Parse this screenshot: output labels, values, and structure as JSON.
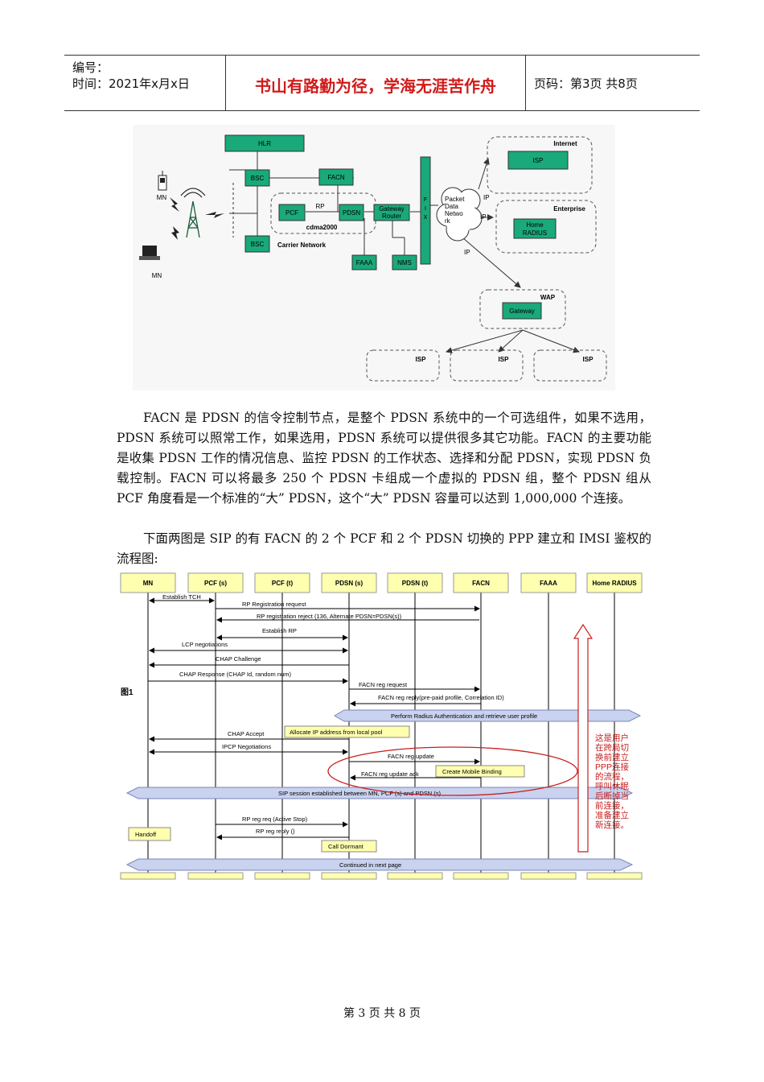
{
  "header": {
    "number_label": "编号：",
    "time_label": "时间：2021年x月x日",
    "motto": "书山有路勤为径，学海无涯苦作舟",
    "page_label": "页码：第3页 共8页"
  },
  "net_diagram": {
    "hlr": "HLR",
    "bsc1": "BSC",
    "bsc2": "BSC",
    "facn": "FACN",
    "pcf": "PCF",
    "rp": "RP",
    "pdsn": "PDSN",
    "gateway_router": [
      "Gateway",
      "Router"
    ],
    "cdma": "cdma2000",
    "carrier": "Carrier Network",
    "faaa": "FAAA",
    "nms": "NMS",
    "fw": [
      "F",
      "I",
      "X"
    ],
    "mn1": "MN",
    "mn2": "MN",
    "packet": [
      "Packet",
      "Data",
      "Netwo",
      "rk"
    ],
    "ip1": "IP",
    "ip2": "IP",
    "ip3": "IP",
    "internet": "Internet",
    "isp_internet": "ISP",
    "enterprise": "Enterprise",
    "home_radius": [
      "Home",
      "RADIUS"
    ],
    "wap": "WAP",
    "wap_gateway": "Gateway",
    "isp1": "ISP",
    "isp2": "ISP",
    "isp3": "ISP"
  },
  "paragraphs": {
    "p1": "FACN 是 PDSN 的信令控制节点，是整个 PDSN 系统中的一个可选组件，如果不选用，PDSN 系统可以照常工作，如果选用，PDSN 系统可以提供很多其它功能。FACN 的主要功能是收集 PDSN 工作的情况信息、监控 PDSN 的工作状态、选择和分配 PDSN，实现 PDSN 负载控制。FACN 可以将最多 250 个 PDSN 卡组成一个虚拟的 PDSN 组，整个 PDSN 组从 PCF 角度看是一个标准的“大” PDSN，这个“大” PDSN 容量可以达到 1,000,000 个连接。",
    "p2": "下面两图是 SIP 的有 FACN 的 2 个 PCF 和 2 个 PDSN 切换的 PPP 建立和 IMSI 鉴权的流程图:"
  },
  "flow": {
    "entities": [
      "MN",
      "PCF (s)",
      "PCF (t)",
      "PDSN (s)",
      "PDSN (t)",
      "FACN",
      "FAAA",
      "Home RADIUS"
    ],
    "figure_label": "图1",
    "messages": {
      "m1": "Establish TCH",
      "m2": "RP Registration request",
      "m3": "RP registration reject (136, Alternate PDSN=PDSN(s))",
      "m4": "Establish RP",
      "m5": "LCP negotiations",
      "m6": "CHAP Challenge",
      "m7": "CHAP Response (CHAP Id, random num)",
      "m8": "FACN reg request",
      "m9": "FACN reg reply(pre-paid profile, Correlation ID)",
      "m10": "Perform Radius Authentication and retrieve user profile",
      "m11": "CHAP Accept",
      "m12": "Allocate IP address from local pool",
      "m13": "IPCP Negotiations",
      "m14": "FACN reg update",
      "m15": "FACN reg update ack",
      "m16": "Create Mobile Binding",
      "m17": "SIP session established between MN, PCF (s) and PDSN (s)",
      "m18": "RP reg req (Active Stop)",
      "m19": "RP reg reply ()",
      "m20": "Handoff",
      "m21": "Call Dormant",
      "m22": "Continued in next page"
    },
    "note": [
      "这是用户",
      "在跨局切",
      "换前建立",
      "PPP连接",
      "的流程，",
      "呼叫休眠",
      "后断掉当",
      "前连接，",
      "准备建立",
      "新连接。"
    ],
    "colors": {
      "green": "#19a97a",
      "yellow": "#ffffb0",
      "band": "#c9d2ee",
      "red": "#c81e1e"
    }
  },
  "footer": "第 3 页 共 8 页"
}
